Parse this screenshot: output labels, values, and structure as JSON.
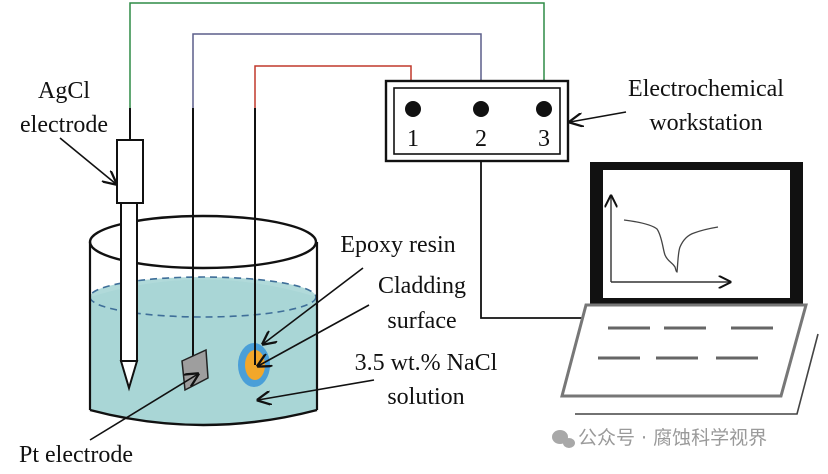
{
  "labels": {
    "agcl_line1": "AgCl",
    "agcl_line2": "electrode",
    "workstation_line1": "Electrochemical",
    "workstation_line2": "workstation",
    "epoxy": "Epoxy resin",
    "cladding_line1": "Cladding",
    "cladding_line2": "surface",
    "nacl_line1": "3.5 wt.% NaCl",
    "nacl_line2": "solution",
    "pt": "Pt electrode"
  },
  "workstation": {
    "terminals": [
      "1",
      "2",
      "3"
    ]
  },
  "wires": {
    "terminal_1_color": "#c0392b",
    "terminal_2_color": "#5b5f8a",
    "terminal_3_color": "#2e8b47"
  },
  "colors": {
    "solution": "#a9d6d6",
    "epoxy": "#4a9fd8",
    "cladding": "#f2a72a",
    "pt_plate": "#9e9e9e"
  },
  "watermark": {
    "icon": "wechat-icon",
    "text": "公众号 · 腐蚀科学视界"
  }
}
